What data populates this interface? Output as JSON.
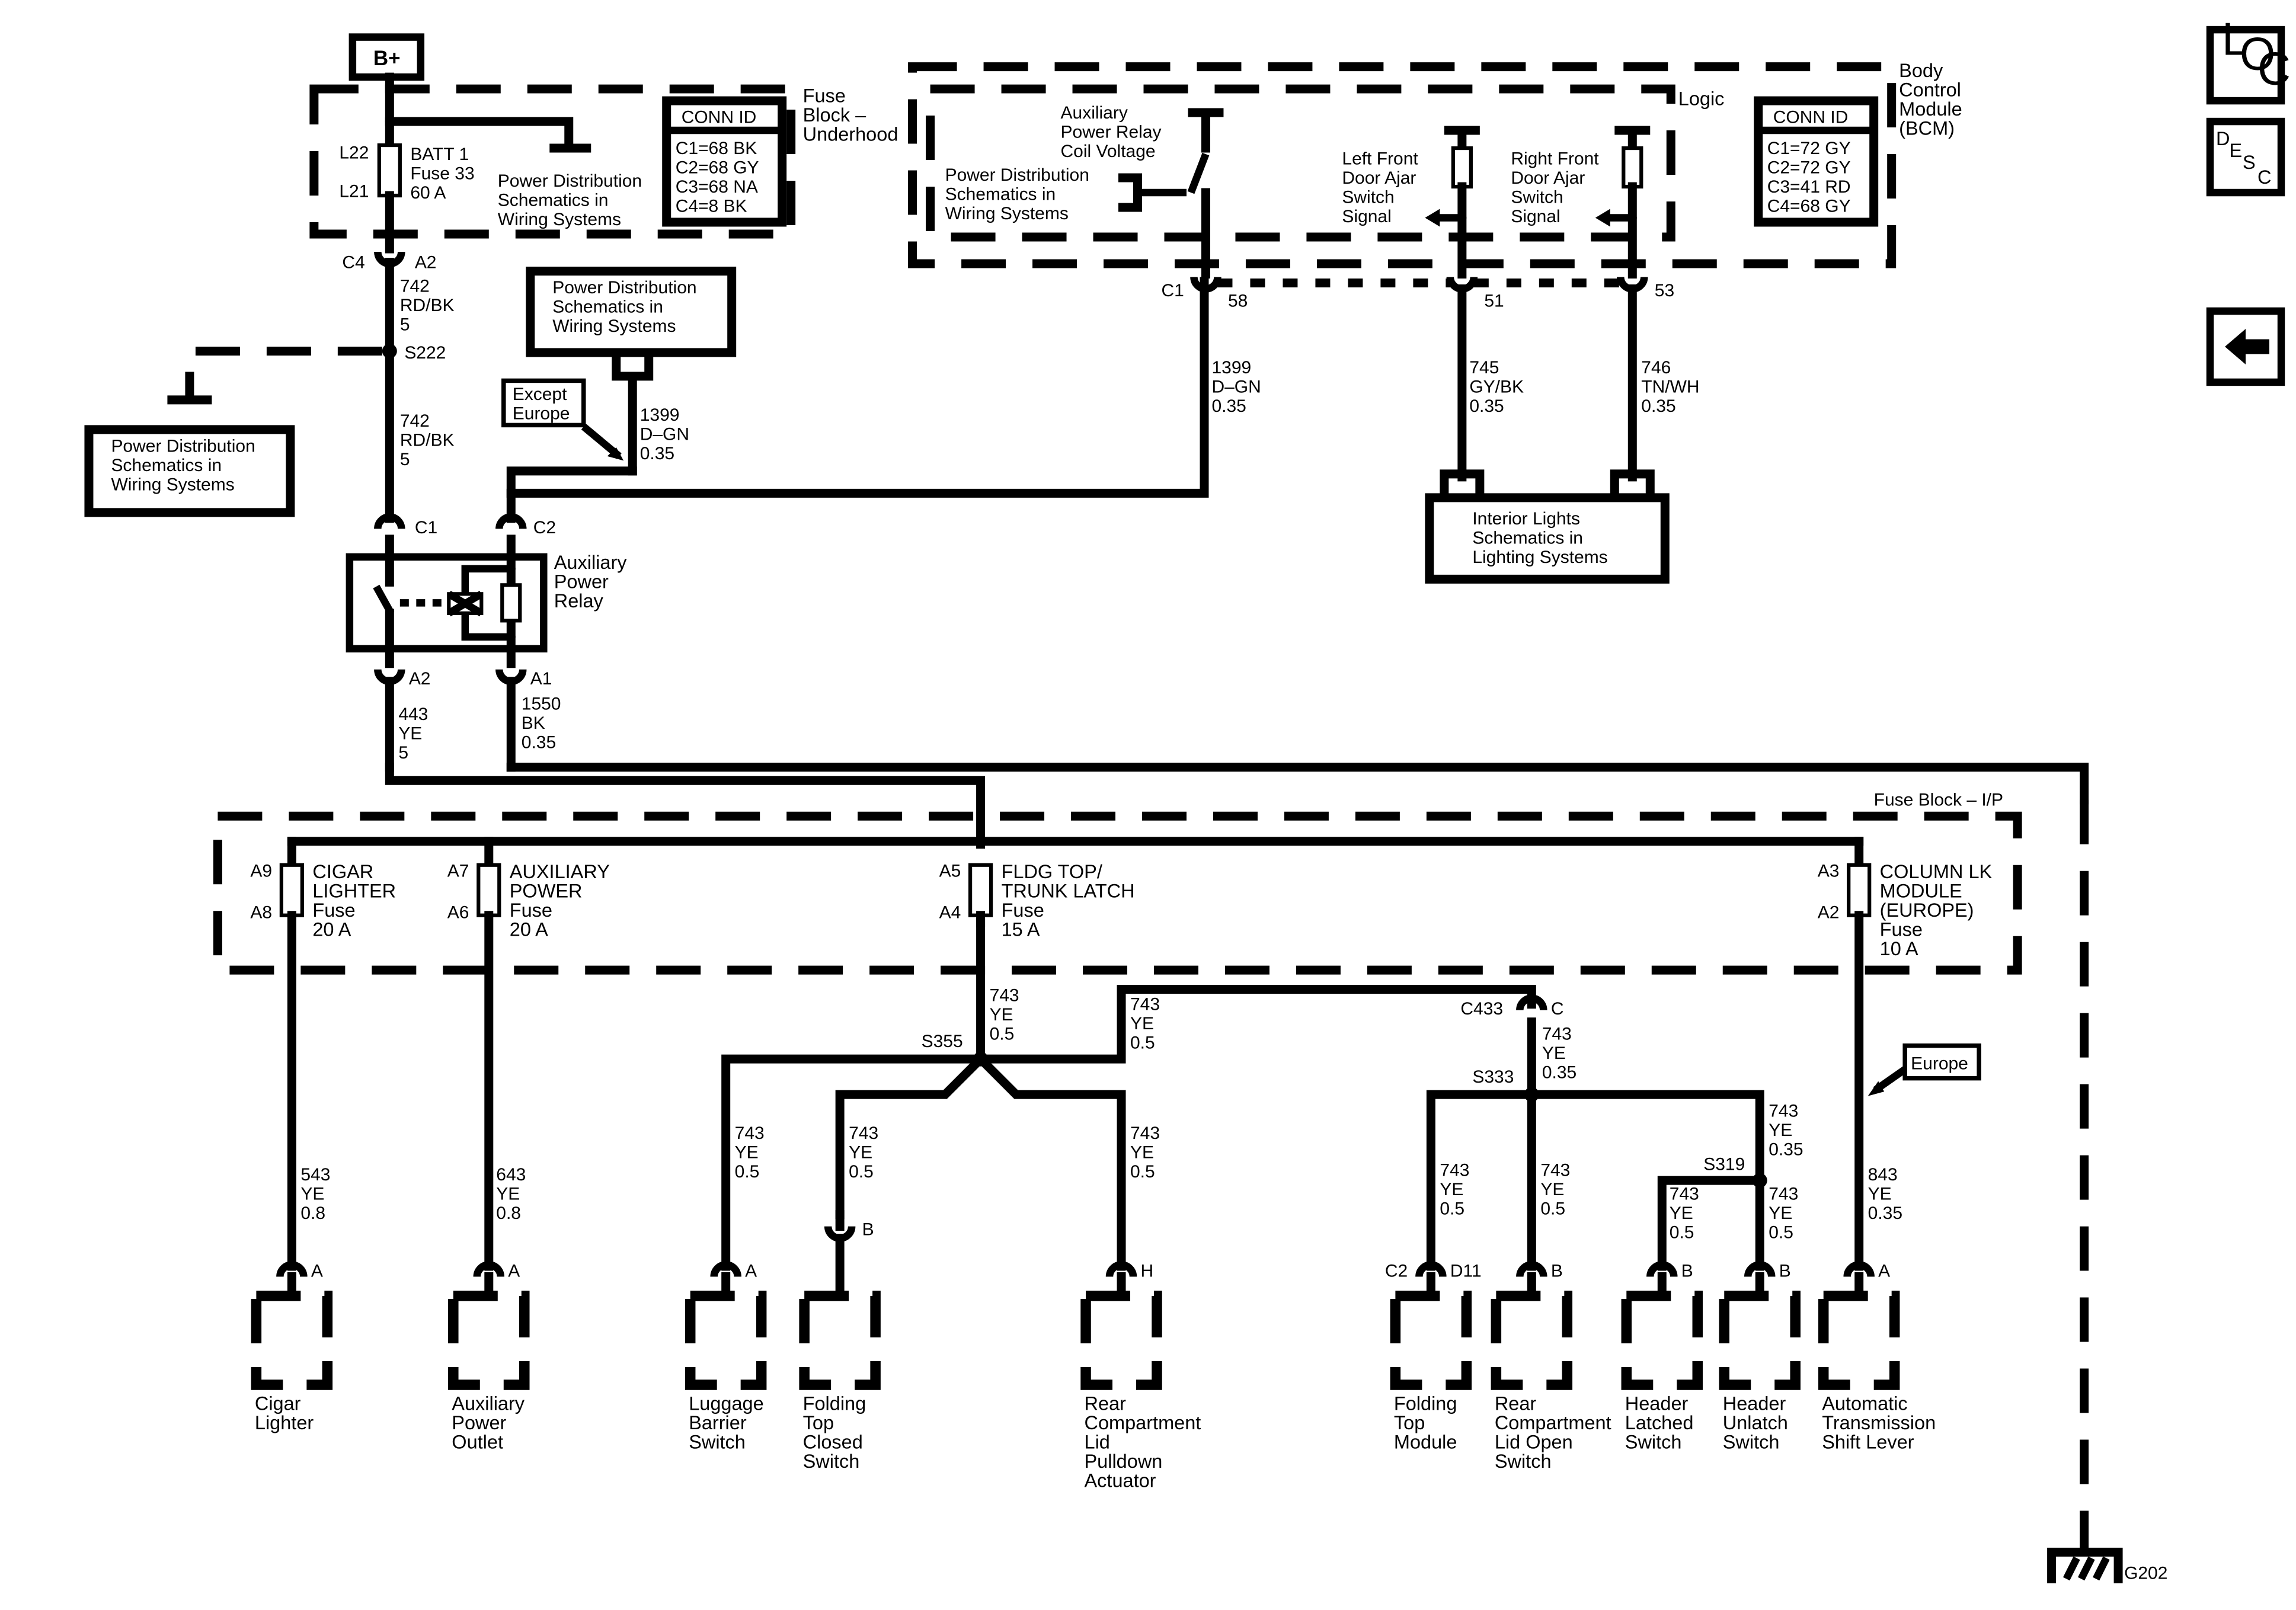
{
  "nav": {
    "loc_icon": "LOC",
    "desc_icon": "DESC",
    "back_icon": "back-arrow"
  },
  "source": {
    "label": "B+"
  },
  "fuse_block_underhood": {
    "title": [
      "Fuse",
      "Block –",
      "Underhood"
    ],
    "fuse_terminals": [
      "L22",
      "L21"
    ],
    "fuse": [
      "BATT 1",
      "Fuse 33",
      "60 A"
    ],
    "pds_ref": [
      "Power Distribution",
      "Schematics in",
      "Wiring Systems"
    ],
    "conn_id": {
      "title": "CONN ID",
      "lines": [
        "C1=68 BK",
        "C2=68 GY",
        "C3=68 NA",
        "C4=8 BK"
      ]
    }
  },
  "bcm": {
    "title": [
      "Body",
      "Control",
      "Module",
      "(BCM)"
    ],
    "logic_label": "Logic",
    "aux_relay_label": [
      "Auxiliary",
      "Power Relay",
      "Coil Voltage"
    ],
    "pds_ref": [
      "Power Distribution",
      "Schematics in",
      "Wiring Systems"
    ],
    "left_switch": [
      "Left Front",
      "Door Ajar",
      "Switch",
      "Signal"
    ],
    "right_switch": [
      "Right Front",
      "Door Ajar",
      "Switch",
      "Signal"
    ],
    "conn_id": {
      "title": "CONN ID",
      "lines": [
        "C1=72 GY",
        "C2=72 GY",
        "C3=41 RD",
        "C4=68 GY"
      ]
    },
    "connector": "C1",
    "pins": [
      "58",
      "51",
      "53"
    ]
  },
  "wires": {
    "c4": "C4",
    "a2_top": "A2",
    "w742_a": [
      "742",
      "RD/BK",
      "5"
    ],
    "splice_s222": "S222",
    "w742_b": [
      "742",
      "RD/BK",
      "5"
    ],
    "pds_left": [
      "Power Distribution",
      "Schematics in",
      "Wiring Systems"
    ],
    "pds_mid": [
      "Power Distribution",
      "Schematics in",
      "Wiring Systems"
    ],
    "except_europe": [
      "Except",
      "Europe"
    ],
    "w1399_a": [
      "1399",
      "D–GN",
      "0.35"
    ],
    "w1399_b": [
      "1399",
      "D–GN",
      "0.35"
    ],
    "w745": [
      "745",
      "GY/BK",
      "0.35"
    ],
    "w746": [
      "746",
      "TN/WH",
      "0.35"
    ],
    "interior_lights": [
      "Interior Lights",
      "Schematics in",
      "Lighting Systems"
    ]
  },
  "relay": {
    "c1": "C1",
    "c2": "C2",
    "label": [
      "Auxiliary",
      "Power",
      "Relay"
    ],
    "a2": "A2",
    "a1": "A1",
    "w443": [
      "443",
      "YE",
      "5"
    ],
    "w1550": [
      "1550",
      "BK",
      "0.35"
    ]
  },
  "fuse_block_ip": {
    "title": "Fuse Block – I/P",
    "fuses": [
      {
        "top": "A9",
        "bot": "A8",
        "label": [
          "CIGAR",
          "LIGHTER",
          "Fuse",
          "20 A"
        ]
      },
      {
        "top": "A7",
        "bot": "A6",
        "label": [
          "AUXILIARY",
          "POWER",
          "Fuse",
          "20 A"
        ]
      },
      {
        "top": "A5",
        "bot": "A4",
        "label": [
          "FLDG TOP/",
          "TRUNK LATCH",
          "Fuse",
          "15 A"
        ]
      },
      {
        "top": "A3",
        "bot": "A2",
        "label": [
          "COLUMN LK",
          "MODULE",
          "(EUROPE)",
          "Fuse",
          "10 A"
        ]
      }
    ]
  },
  "lower": {
    "w543": [
      "543",
      "YE",
      "0.8"
    ],
    "w643": [
      "643",
      "YE",
      "0.8"
    ],
    "s355": "S355",
    "w743_main": [
      "743",
      "YE",
      "0.5"
    ],
    "w743_top": [
      "743",
      "YE",
      "0.5"
    ],
    "c433": "C433",
    "c433_pin": "C",
    "w743_c433": [
      "743",
      "YE",
      "0.35"
    ],
    "s333": "S333",
    "w743_luggage": [
      "743",
      "YE",
      "0.5"
    ],
    "w743_folding": [
      "743",
      "YE",
      "0.5"
    ],
    "w743_rear": [
      "743",
      "YE",
      "0.5"
    ],
    "w743_ftm": [
      "743",
      "YE",
      "0.5"
    ],
    "w743_rcl": [
      "743",
      "YE",
      "0.5"
    ],
    "w743_s319in": [
      "743",
      "YE",
      "0.35"
    ],
    "s319": "S319",
    "w743_hl": [
      "743",
      "YE",
      "0.5"
    ],
    "w743_hu": [
      "743",
      "YE",
      "0.5"
    ],
    "europe": "Europe",
    "w843": [
      "843",
      "YE",
      "0.35"
    ],
    "ground": "G202"
  },
  "components": [
    {
      "pin": "A",
      "label": [
        "Cigar",
        "Lighter"
      ]
    },
    {
      "pin": "A",
      "label": [
        "Auxiliary",
        "Power",
        "Outlet"
      ]
    },
    {
      "pin": "A",
      "label": [
        "Luggage",
        "Barrier",
        "Switch"
      ]
    },
    {
      "pin": "B",
      "label": [
        "Folding",
        "Top",
        "Closed",
        "Switch"
      ]
    },
    {
      "pin": "H",
      "label": [
        "Rear",
        "Compartment",
        "Lid",
        "Pulldown",
        "Actuator"
      ]
    },
    {
      "pin": "D11",
      "pin2": "C2",
      "label": [
        "Folding",
        "Top",
        "Module"
      ]
    },
    {
      "pin": "B",
      "label": [
        "Rear",
        "Compartment",
        "Lid Open",
        "Switch"
      ]
    },
    {
      "pin": "B",
      "label": [
        "Header",
        "Latched",
        "Switch"
      ]
    },
    {
      "pin": "B",
      "label": [
        "Header",
        "Unlatch",
        "Switch"
      ]
    },
    {
      "pin": "A",
      "label": [
        "Automatic",
        "Transmission",
        "Shift Lever"
      ]
    }
  ]
}
